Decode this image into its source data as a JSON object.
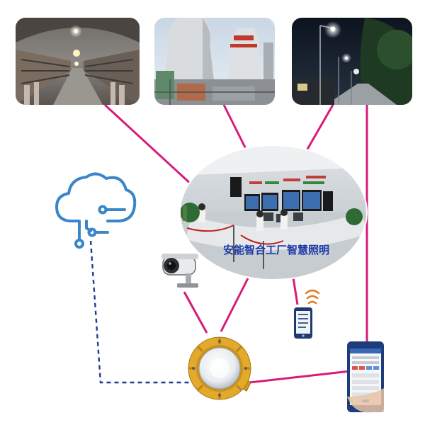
{
  "diagram": {
    "center_caption": "安能智合工厂智慧照明",
    "colors": {
      "link": "#d81b79",
      "dashed_link": "#1f3f8f",
      "caption": "#1c3aa8",
      "cloud": "#3a86c8",
      "lamp_body": "#e2a92a"
    },
    "nodes": [
      {
        "id": "tunnel",
        "kind": "photo",
        "depicts": "tunnel-corridor"
      },
      {
        "id": "power-plant",
        "kind": "photo",
        "depicts": "cooling-towers"
      },
      {
        "id": "street",
        "kind": "photo",
        "depicts": "night-street-lights"
      },
      {
        "id": "control-room",
        "kind": "photo",
        "depicts": "control-room-monitors"
      },
      {
        "id": "cloud",
        "kind": "icon",
        "icon": "cloud-network-icon"
      },
      {
        "id": "camera",
        "kind": "icon",
        "icon": "security-camera-icon"
      },
      {
        "id": "phone",
        "kind": "icon",
        "icon": "phone-wireless-icon"
      },
      {
        "id": "lamp",
        "kind": "device",
        "icon": "explosion-proof-lamp-icon"
      },
      {
        "id": "app",
        "kind": "device",
        "icon": "mobile-app-icon"
      }
    ],
    "links": [
      {
        "from": "tunnel",
        "to": "control-room",
        "style": "solid"
      },
      {
        "from": "power-plant",
        "to": "control-room",
        "style": "solid"
      },
      {
        "from": "street",
        "to": "control-room",
        "style": "solid"
      },
      {
        "from": "street",
        "to": "app",
        "style": "solid"
      },
      {
        "from": "control-room",
        "to": "phone",
        "style": "solid"
      },
      {
        "from": "control-room",
        "to": "lamp",
        "style": "solid"
      },
      {
        "from": "camera",
        "to": "lamp",
        "style": "solid"
      },
      {
        "from": "lamp",
        "to": "app",
        "style": "solid"
      },
      {
        "from": "cloud",
        "to": "lamp",
        "style": "dashed"
      }
    ]
  }
}
